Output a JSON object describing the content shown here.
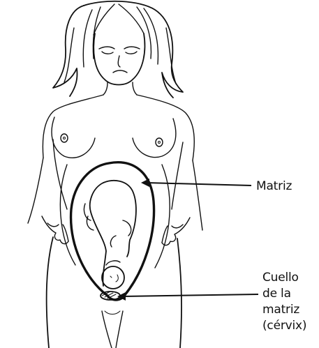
{
  "labels": {
    "uterus": "Matriz",
    "cervix": [
      "Cuello",
      "de la",
      "matriz",
      "(cérvix)"
    ]
  },
  "colors": {
    "ink": "#111111",
    "background": "#ffffff"
  }
}
